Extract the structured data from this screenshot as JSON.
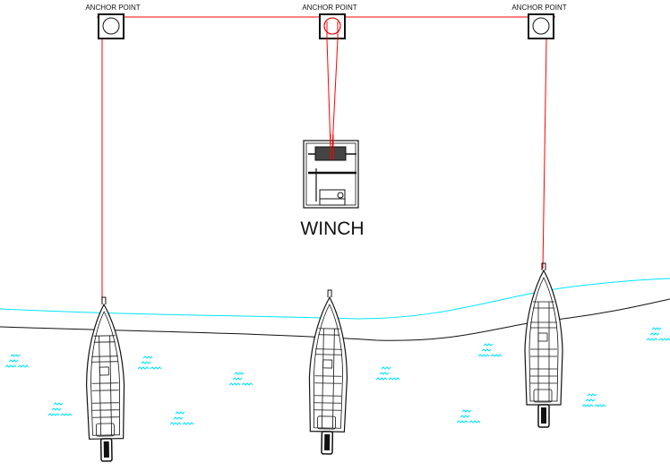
{
  "anchors": [
    {
      "label": "ANCHOR POINT"
    },
    {
      "label": "ANCHOR POINT"
    },
    {
      "label": "ANCHOR POINT"
    }
  ],
  "winch": {
    "label": "WINCH"
  },
  "colors": {
    "rope": "#ff0000",
    "water": "#00e5ff",
    "ink": "#111111"
  }
}
